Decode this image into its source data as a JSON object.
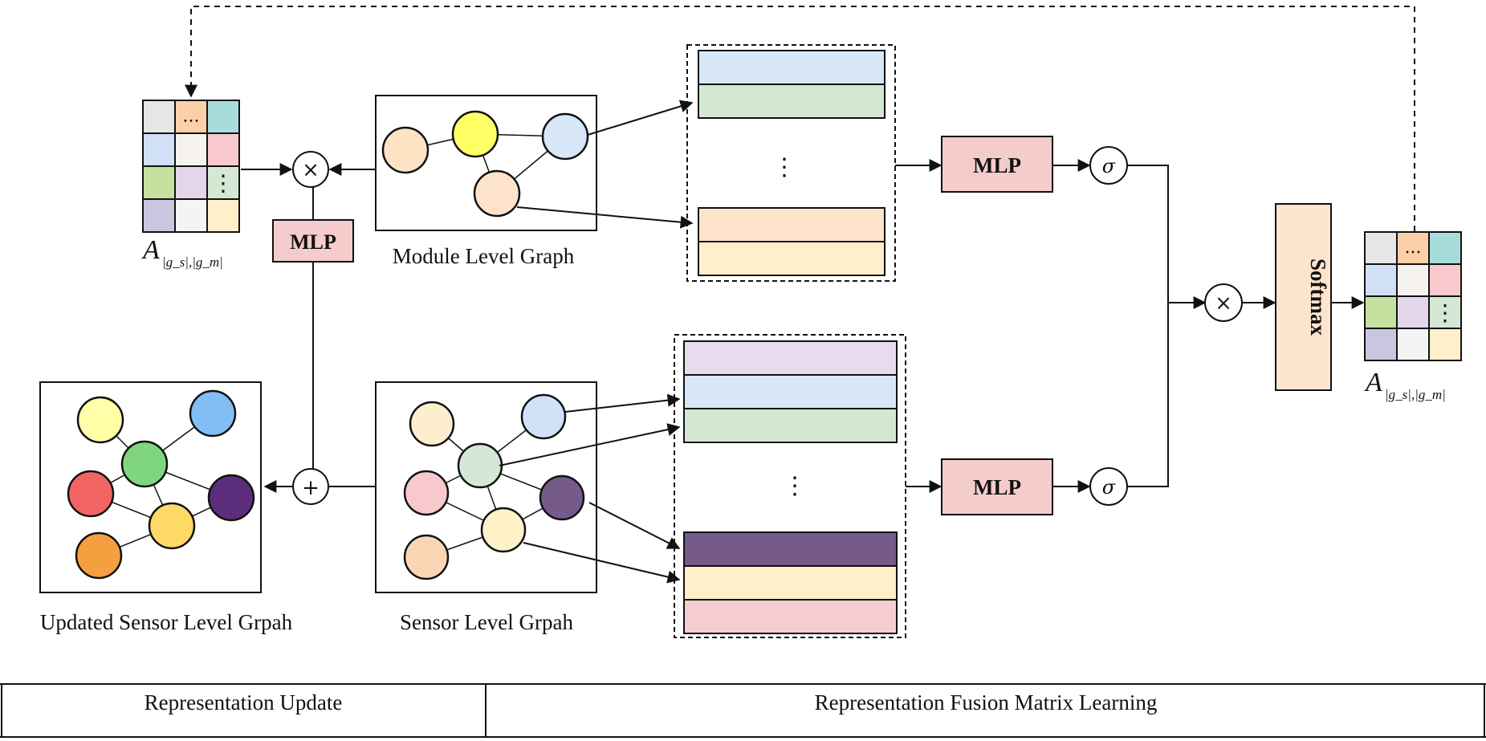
{
  "colors": {
    "stroke": "#111111",
    "mlp_fill": "#f4cccc",
    "softmax_fill": "#fde4cc",
    "matrix_cells": [
      "#e6e6e6",
      "#fbd0a8",
      "#a8dcdc",
      "#cfe0f7",
      "#f6f3ef",
      "#f7c9cc",
      "#c6e0a0",
      "#e3d6ea",
      "#d4e8d4",
      "#cbc6e0",
      "#f4f4f4",
      "#fff0c9"
    ],
    "module_stack_top": [
      "#d7e7f8",
      "#d3e8d3"
    ],
    "module_stack_bottom": [
      "#fde3cc",
      "#fff0c9"
    ],
    "sensor_stack_top": [
      "#e6dcee",
      "#d7e7f8",
      "#d3e8d3"
    ],
    "sensor_stack_bottom": [
      "#765a8a",
      "#fff0c9",
      "#f6cdd0"
    ],
    "module_nodes": [
      "#fde3c4",
      "#ffff66",
      "#d7e7f8",
      "#fde3cc"
    ],
    "sensor_nodes": [
      "#fdeecd",
      "#cfe2f8",
      "#d5e8d5",
      "#f7c9cc",
      "#765a8a",
      "#fff2c9",
      "#fcd5b4"
    ],
    "updated_nodes": [
      "#ffffa8",
      "#82bdf4",
      "#7fd67f",
      "#f26464",
      "#5c2d7a",
      "#ffd966",
      "#f5a040"
    ]
  },
  "labels": {
    "matrix_left": "A",
    "matrix_left_sub": "|g_s|,|g_m|",
    "matrix_right": "A",
    "matrix_right_sub": "|g_s|,|g_m|",
    "matrix_ellipsis_h": "...",
    "matrix_ellipsis_v": "⋮",
    "stack_ellipsis": "⋮",
    "module_graph": "Module Level Graph",
    "sensor_graph": "Sensor Level Grpah",
    "updated_graph": "Updated Sensor Level Grpah",
    "mlp_left": "MLP",
    "mlp_top": "MLP",
    "mlp_bottom": "MLP",
    "softmax": "Softmax",
    "sigma": "σ",
    "multiply": "×",
    "plus": "+"
  },
  "sections": [
    {
      "label": "Representation Update"
    },
    {
      "label": "Representation Fusion Matrix Learning"
    }
  ]
}
